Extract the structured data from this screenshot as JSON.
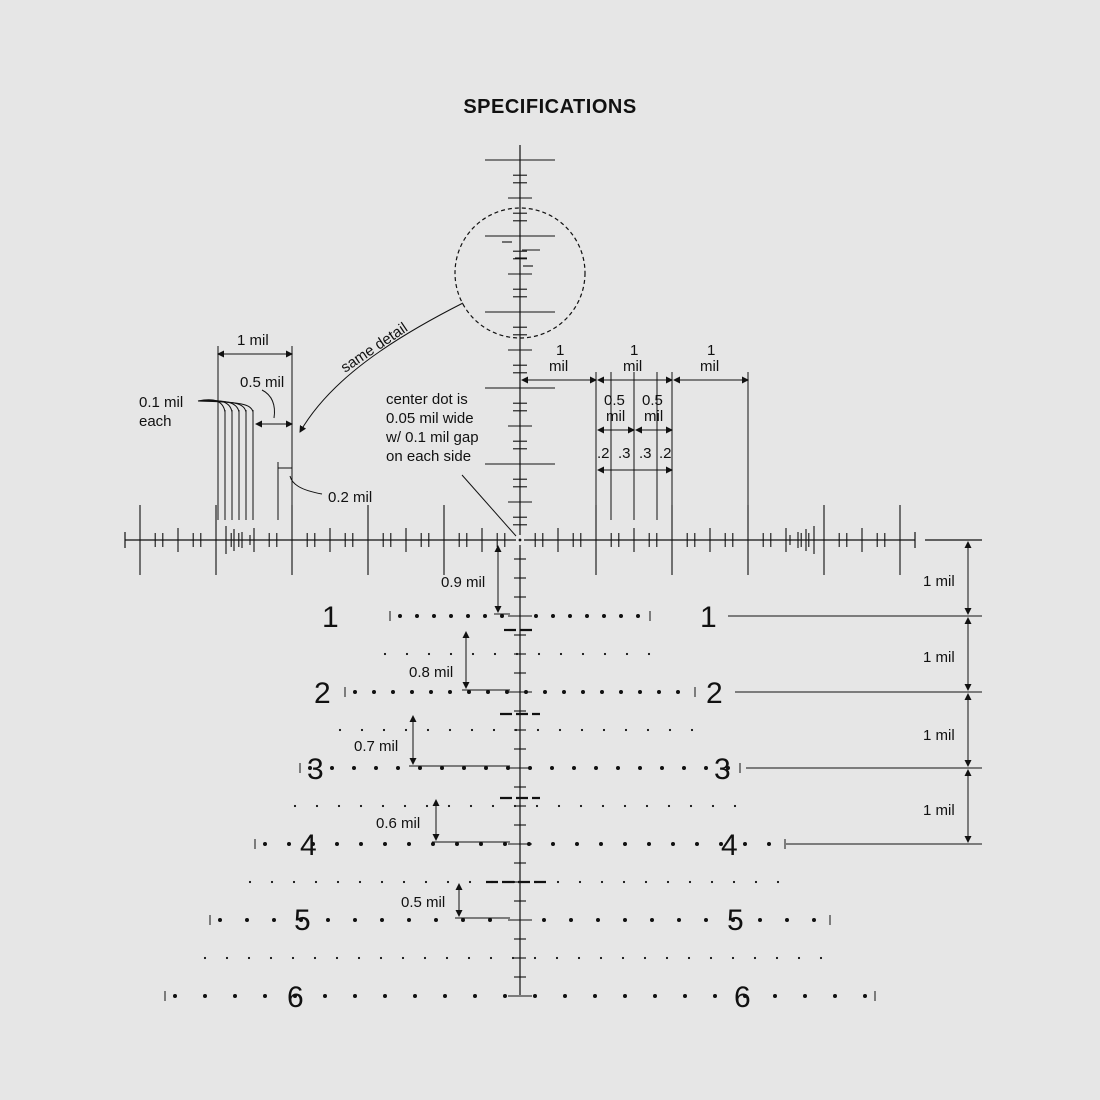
{
  "title": "SPECIFICATIONS",
  "annotations": {
    "one_mil": "1 mil",
    "one": "1",
    "mil": "mil",
    "half": "0.5",
    "half_mil": "0.5 mil",
    "tenth_each_1": "0.1 mil",
    "tenth_each_2": "each",
    "two_tenths": "0.2 mil",
    "same_detail": "same detail",
    "center_dot": [
      "center dot is",
      "0.05 mil wide",
      "w/ 0.1 mil gap",
      "on each side"
    ],
    "sub_labels": [
      ".2",
      ".3",
      ".3",
      ".2"
    ],
    "holdover_labels": [
      "0.9 mil",
      "0.8 mil",
      "0.7 mil",
      "0.6 mil",
      "0.5 mil"
    ]
  },
  "row_numbers": [
    "1",
    "2",
    "3",
    "4",
    "5",
    "6"
  ],
  "spacing_labels": [
    "1 mil",
    "1 mil",
    "1 mil",
    "1 mil"
  ]
}
